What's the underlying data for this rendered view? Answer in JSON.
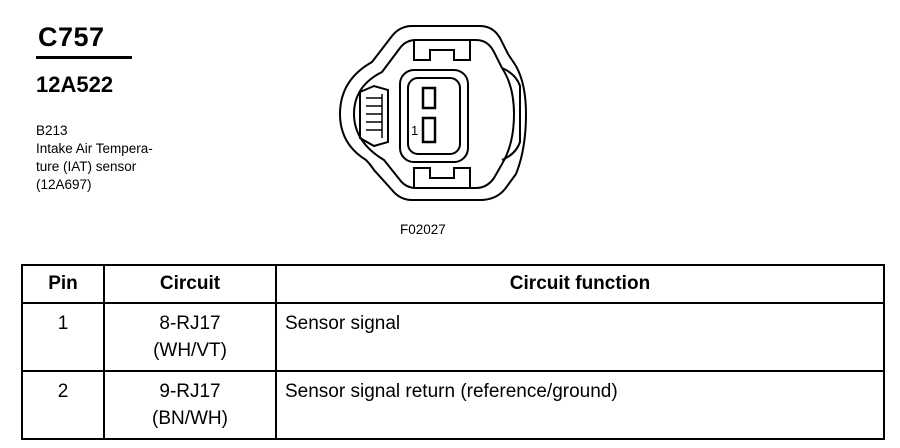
{
  "connector": {
    "id": "C757",
    "part_number": "12A522",
    "component_code": "B213",
    "description_lines": [
      "Intake Air Tempera-",
      "ture (IAT) sensor",
      "(12A697)"
    ],
    "figure_id": "F02027",
    "pin_marker": "1"
  },
  "table": {
    "headers": [
      "Pin",
      "Circuit",
      "Circuit function"
    ],
    "rows": [
      {
        "pin": "1",
        "circuit": "8-RJ17",
        "color": "(WH/VT)",
        "function": "Sensor signal"
      },
      {
        "pin": "2",
        "circuit": "9-RJ17",
        "color": "(BN/WH)",
        "function": "Sensor signal return (reference/ground)"
      }
    ]
  }
}
